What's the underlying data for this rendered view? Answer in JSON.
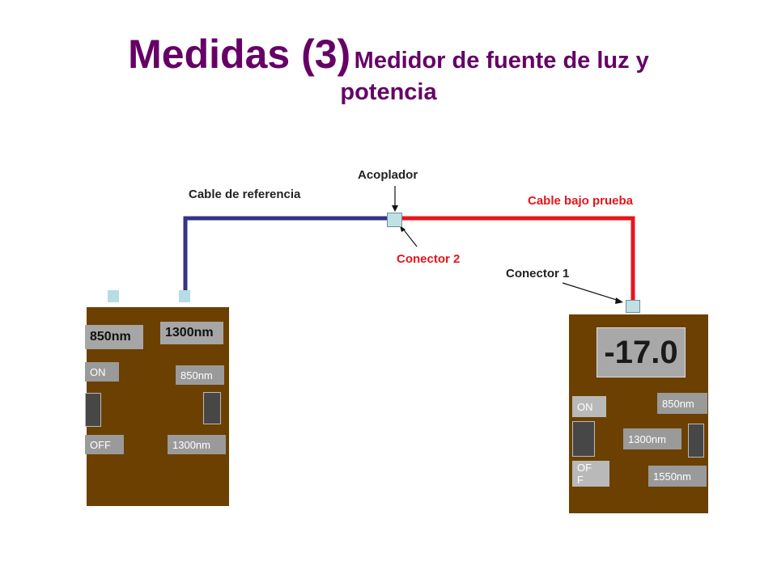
{
  "title": {
    "main": "Medidas (3)",
    "sub_line1": "Medidor de fuente de luz y",
    "sub_line2": "potencia"
  },
  "labels": {
    "acoplador": "Acoplador",
    "cable_referencia": "Cable de referencia",
    "cable_prueba": "Cable bajo prueba",
    "conector2": "Conector 2",
    "conector1": "Conector 1"
  },
  "source": {
    "btn_850": "850nm",
    "btn_1300": "1300nm",
    "on": "ON",
    "off": "OFF",
    "sel_850": "850nm",
    "sel_1300": "1300nm"
  },
  "meter": {
    "reading": "-17.0",
    "on": "ON",
    "off_l1": "OF",
    "off_l2": "F",
    "w850": "850nm",
    "w1300": "1300nm",
    "w1550": "1550nm"
  },
  "colors": {
    "title": "#660066",
    "reference_cable": "#333388",
    "test_cable": "#e8141b",
    "device": "#6b4000"
  }
}
